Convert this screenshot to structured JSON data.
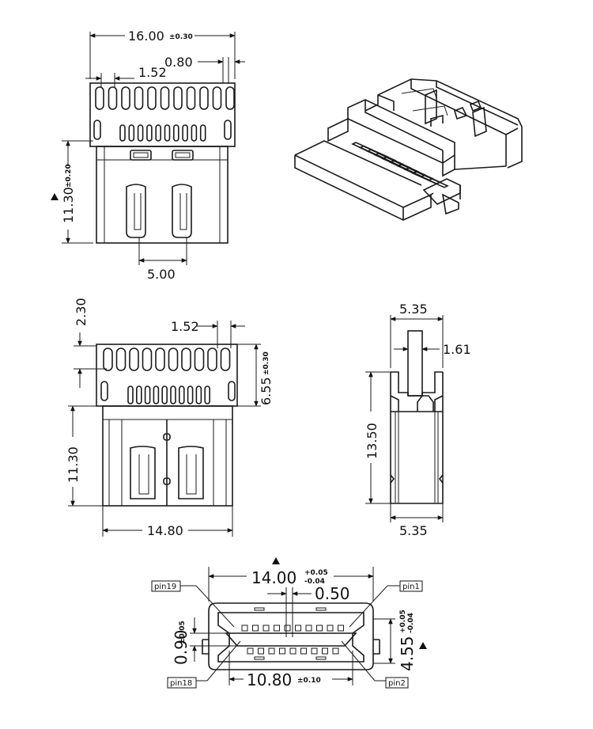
{
  "dimensions": {
    "top_width": "16.00",
    "top_width_tol": "±0.30",
    "top_pin_offset": "0.80",
    "top_pitch": "1.52",
    "top_height": "11.30",
    "top_height_tol": "±0.20",
    "top_slot_gap": "5.00",
    "mid_offset": "2.30",
    "mid_pitch": "1.52",
    "mid_lead_height": "6.55",
    "mid_lead_height_tol": "±0.30",
    "mid_body_height": "11.30",
    "mid_width": "14.80",
    "side_top_width": "5.35",
    "side_tab": "1.61",
    "side_height": "13.50",
    "side_bottom_width": "5.35",
    "front_width": "14.00",
    "front_width_tol_plus": "+0.05",
    "front_width_tol_minus": "-0.04",
    "front_pitch": "0.50",
    "front_height": "4.55",
    "front_height_tol_plus": "+0.05",
    "front_height_tol_minus": "-0.04",
    "front_tongue": "0.90",
    "front_tongue_tol": "±0.05",
    "front_inner_width": "10.80",
    "front_inner_width_tol": "±0.10"
  },
  "pin_labels": {
    "pin19": "pin19",
    "pin1": "pin1",
    "pin18": "pin18",
    "pin2": "pin2"
  },
  "colors": {
    "line": "#1a1a1a",
    "background": "#ffffff"
  }
}
